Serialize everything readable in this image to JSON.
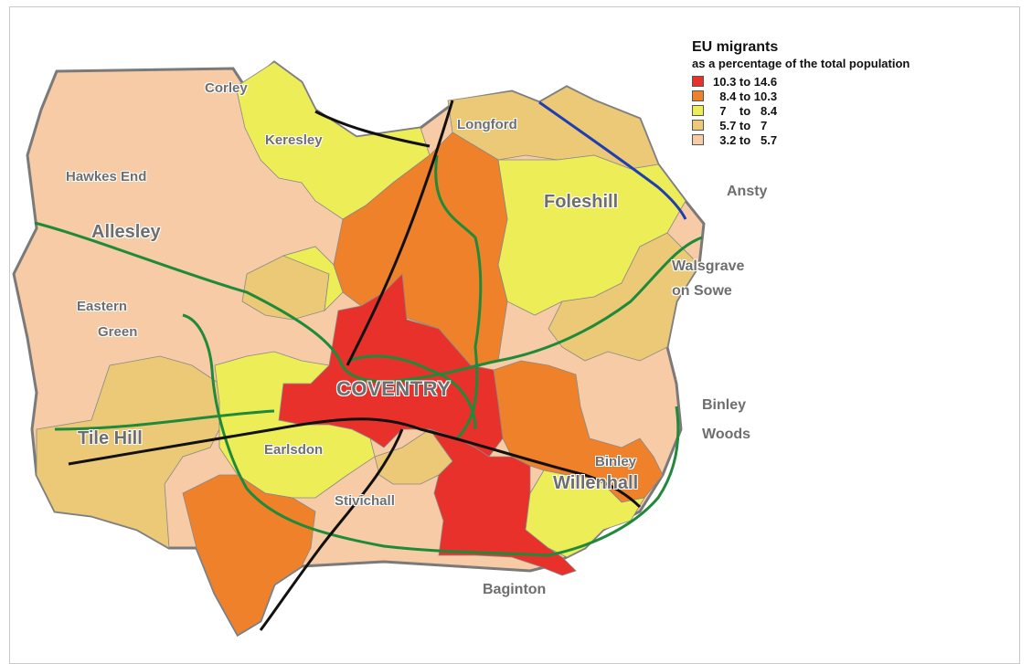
{
  "legend": {
    "title": "EU migrants",
    "subtitle": "as a percentage of the total population",
    "classes": [
      {
        "label": "10.3 to 14.6",
        "color": "#e8312a"
      },
      {
        "label": "  8.4 to 10.3",
        "color": "#ee8129"
      },
      {
        "label": "  7    to   8.4",
        "color": "#eded58"
      },
      {
        "label": "  5.7 to   7",
        "color": "#ecc976"
      },
      {
        "label": "  3.2 to   5.7",
        "color": "#f6cba6"
      }
    ]
  },
  "places": {
    "corley": "Corley",
    "keresley": "Keresley",
    "longford": "Longford",
    "hawkes_end": "Hawkes End",
    "foleshill": "Foleshill",
    "ansty": "Ansty",
    "allesley": "Allesley",
    "walsgrave_1": "Walsgrave",
    "walsgrave_2": "on Sowe",
    "eastern_1": "Eastern",
    "eastern_2": "Green",
    "coventry": "COVENTRY",
    "binley_woods_1": "Binley",
    "binley_woods_2": "Woods",
    "tile_hill": "Tile Hill",
    "earlsdon": "Earlsdon",
    "binley": "Binley",
    "willenhall": "Willenhall",
    "stivichall": "Stivichall",
    "baginton": "Baginton"
  },
  "colors": {
    "railway": "#111111",
    "ring_road": "#1f8a3a",
    "canal": "#1f3fb0",
    "boundary": "#7a7a7a",
    "label_grey": "#6e6e6e"
  }
}
